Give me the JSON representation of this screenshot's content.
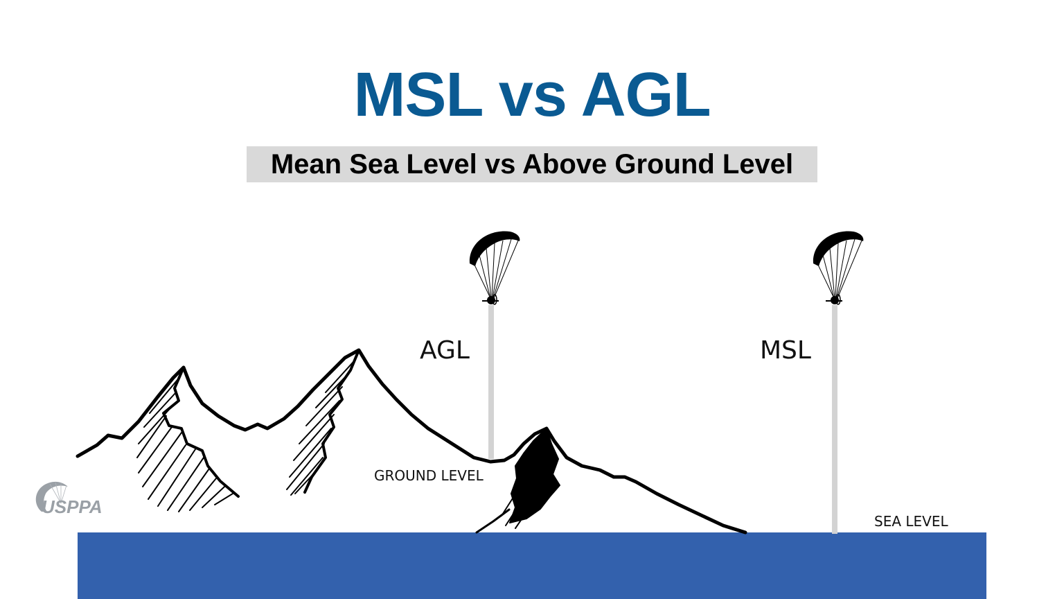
{
  "title": "MSL vs AGL",
  "subtitle": "Mean Sea Level vs Above Ground Level",
  "labels": {
    "agl": "AGL",
    "msl": "MSL",
    "ground_level": "GROUND LEVEL",
    "sea_level": "SEA LEVEL"
  },
  "logo": {
    "text": "USPPA"
  },
  "colors": {
    "title": "#0a5a92",
    "subtitle_highlight": "#d9d9d9",
    "sea": "#3361ad",
    "altitude_line": "#d3d3d3",
    "ink": "#000000",
    "logo": "#9aa0a6"
  },
  "icons": [
    "paramotor-icon",
    "paramotor-icon",
    "mountains-illustration",
    "usppa-logo"
  ]
}
